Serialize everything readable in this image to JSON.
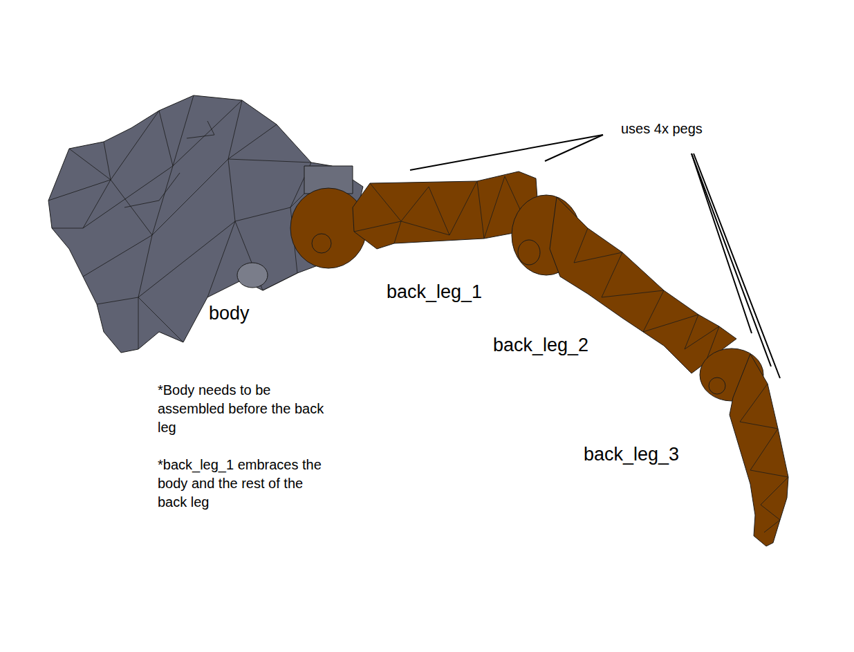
{
  "diagram": {
    "labels": [
      "uses 4x pegs",
      "body",
      "back_leg_1",
      "back_leg_2",
      "back_leg_3",
      "*Body needs to be assembled before the back leg",
      "*back_leg_1 embraces the body and the rest of the back leg"
    ]
  }
}
